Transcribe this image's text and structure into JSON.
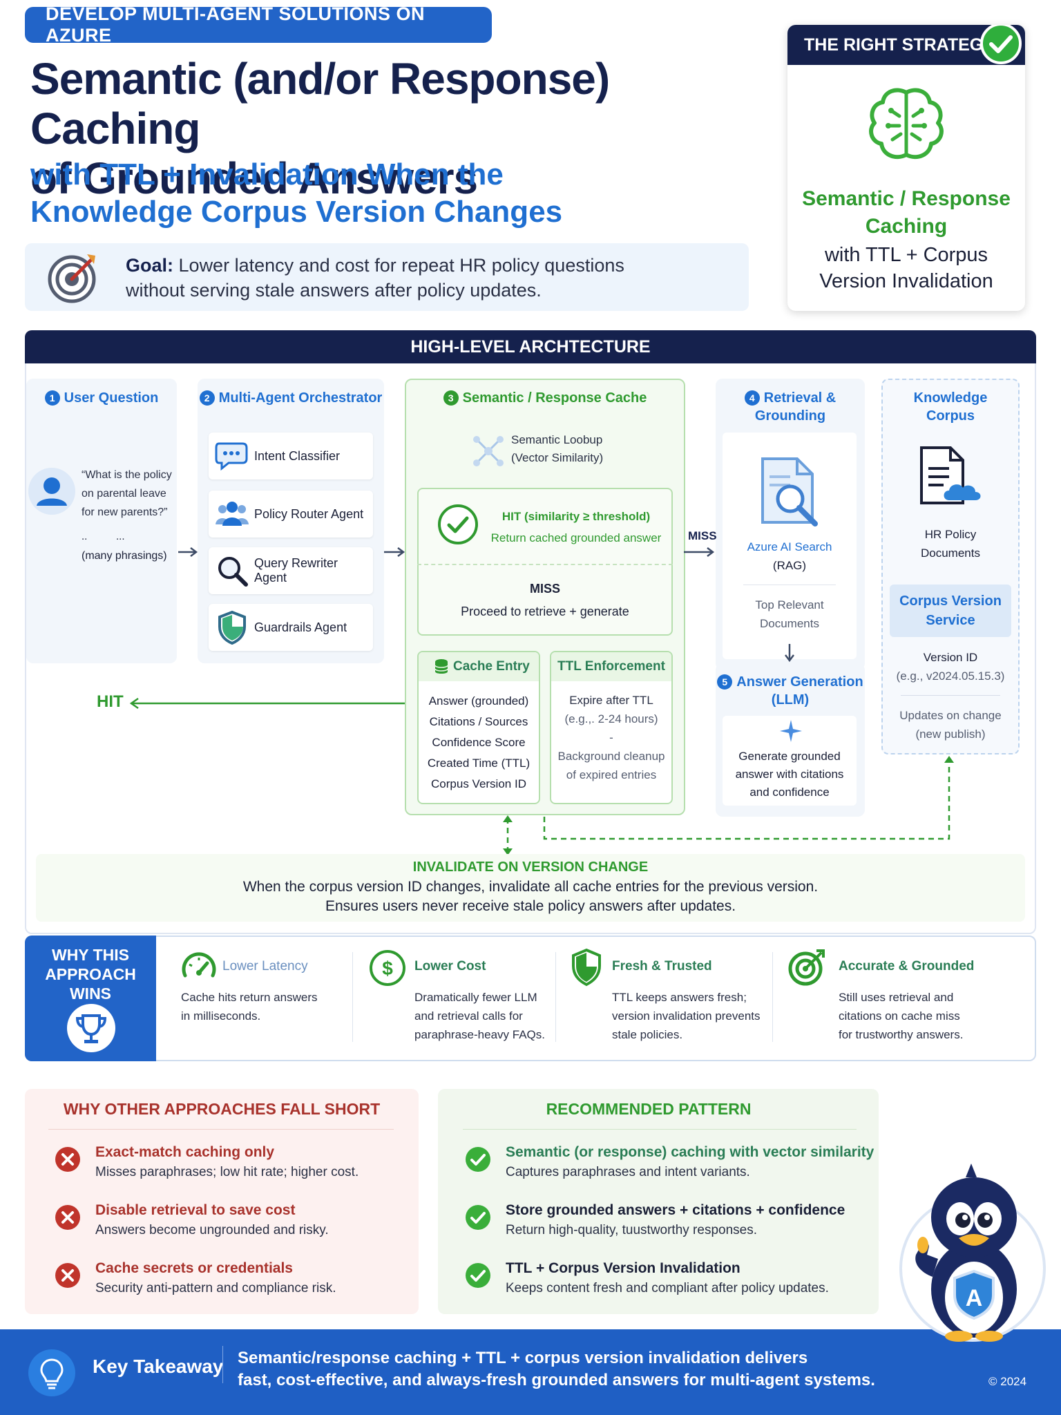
{
  "header": {
    "series": "DEVELOP MULTI-AGENT SOLUTIONS ON AZURE",
    "title_line1": "Semantic (and/or Response) Caching",
    "title_line2": "of Grounded Answers",
    "subtitle_line1": "with TTL + Invalidation When the",
    "subtitle_line2": "Knowledge Corpus Version Changes",
    "goal_label": "Goal:",
    "goal_line1": "Lower latency and cost for repeat HR policy questions",
    "goal_line2": "without serving stale answers after policy updates."
  },
  "strategy": {
    "heading": "THE RIGHT STRATEGY",
    "title_line1": "Semantic / Response",
    "title_line2": "Caching",
    "sub_line1": "with TTL + Corpus",
    "sub_line2": "Version Invalidation"
  },
  "architecture": {
    "heading": "HIGH-LEVEL ARCHTECTURE",
    "user": {
      "num": "1",
      "title": "User Question",
      "quote_line1": "“What is the policy",
      "quote_line2": "on parental leave",
      "quote_line3": "for new parents?”",
      "dots": "..          ...",
      "many": "(many phrasings)"
    },
    "orchestrator": {
      "num": "2",
      "title": "Multi-Agent Orchestrator",
      "agents": [
        "Intent Classifier",
        "Policy Router Agent",
        "Query Rewriter Agent",
        "Guardrails Agent"
      ]
    },
    "cache": {
      "num": "3",
      "title": "Semantic / Response Cache",
      "lookup_line1": "Semantic Loobup",
      "lookup_line2": "(Vector Similarity)",
      "hit_title": "HIT (similarity ≥ threshold)",
      "hit_desc": "Return cached grounded answer",
      "miss_title": "MISS",
      "miss_desc": "Proceed to retrieve + generate",
      "entry_title": "Cache Entry",
      "entry_items": [
        "Answer (grounded)",
        "Citations / Sources",
        "Confidence Score",
        "Created Time (TTL)",
        "Corpus Version ID"
      ],
      "ttl_title": "TTL Enforcement",
      "ttl_line1": "Expire after TTL",
      "ttl_line2": "(e.g.,. 2-24 hours)",
      "ttl_dash": "-",
      "ttl_line3": "Background cleanup",
      "ttl_line4": "of expired entries"
    },
    "retrieval": {
      "num": "4",
      "title_line1": "Retrieval &",
      "title_line2": "Grounding",
      "search_line1": "Azure AI Search",
      "search_line2": "(RAG)",
      "docs_line1": "Top Relevant",
      "docs_line2": "Documents"
    },
    "generation": {
      "num": "5",
      "title_line1": "Answer Generation",
      "title_line2": "(LLM)",
      "desc_line1": "Generate grounded",
      "desc_line2": "answer with citations",
      "desc_line3": "and confidence"
    },
    "corpus": {
      "title_line1": "Knowledge",
      "title_line2": "Corpus",
      "docs_line1": "HR Policy",
      "docs_line2": "Documents",
      "service_line1": "Corpus Version",
      "service_line2": "Service",
      "version_line1": "Version ID",
      "version_line2": "(e.g., v2024.05.15.3)",
      "updates_line1": "Updates on change",
      "updates_line2": "(new publish)"
    },
    "miss_label": "MISS",
    "hit_label": "HIT",
    "invalidate_title": "INVALIDATE ON VERSION CHANGE",
    "invalidate_line1": "When the corpus version ID changes, invalidate all cache entries for the previous version.",
    "invalidate_line2": "Ensures users never receive stale policy answers after updates."
  },
  "wins": {
    "title_line1": "WHY THIS",
    "title_line2": "APPROACH",
    "title_line3": "WINS",
    "items": [
      {
        "title": "Lower Latency",
        "line1": "Cache hits return answers",
        "line2": "in milliseconds.",
        "line3": ""
      },
      {
        "title": "Lower Cost",
        "line1": "Dramatically fewer LLM",
        "line2": "and retrieval calls for",
        "line3": "paraphrase-heavy FAQs."
      },
      {
        "title": "Fresh & Trusted",
        "line1": "TTL keeps answers fresh;",
        "line2": "version invalidation prevents",
        "line3": "stale policies."
      },
      {
        "title": "Accurate & Grounded",
        "line1": "Still uses retrieval and",
        "line2": "citations on cache miss",
        "line3": "for trustworthy answers."
      }
    ]
  },
  "fall_short": {
    "heading": "WHY OTHER APPROACHES FALL SHORT",
    "items": [
      {
        "title": "Exact-match caching only",
        "desc": "Misses paraphrases; low hit rate; higher cost."
      },
      {
        "title": "Disable retrieval to save cost",
        "desc": "Answers become ungrounded and risky."
      },
      {
        "title": "Cache secrets or credentials",
        "desc": "Security anti-pattern and compliance risk."
      }
    ]
  },
  "recommended": {
    "heading": "RECOMMENDED PATTERN",
    "items": [
      {
        "title": "Semantic (or response) caching with vector similarity",
        "desc": "Captures paraphrases and intent variants."
      },
      {
        "title": "Store grounded answers + citations + confidence",
        "desc": "Return high-quality, tuustworthy responses."
      },
      {
        "title": "TTL + Corpus Version Invalidation",
        "desc": "Keeps content fresh and compliant after policy updates."
      }
    ]
  },
  "footer": {
    "label": "Key Takeaway",
    "line1": "Semantic/response caching + TTL + corpus version invalidation delivers",
    "line2": "fast, cost-effective, and always-fresh grounded answers for multi-agent systems.",
    "copyright": "© 2024"
  },
  "colors": {
    "navy": "#15214d",
    "blue": "#1f6fd1",
    "green": "#2f9a2f",
    "red": "#c0342b"
  }
}
